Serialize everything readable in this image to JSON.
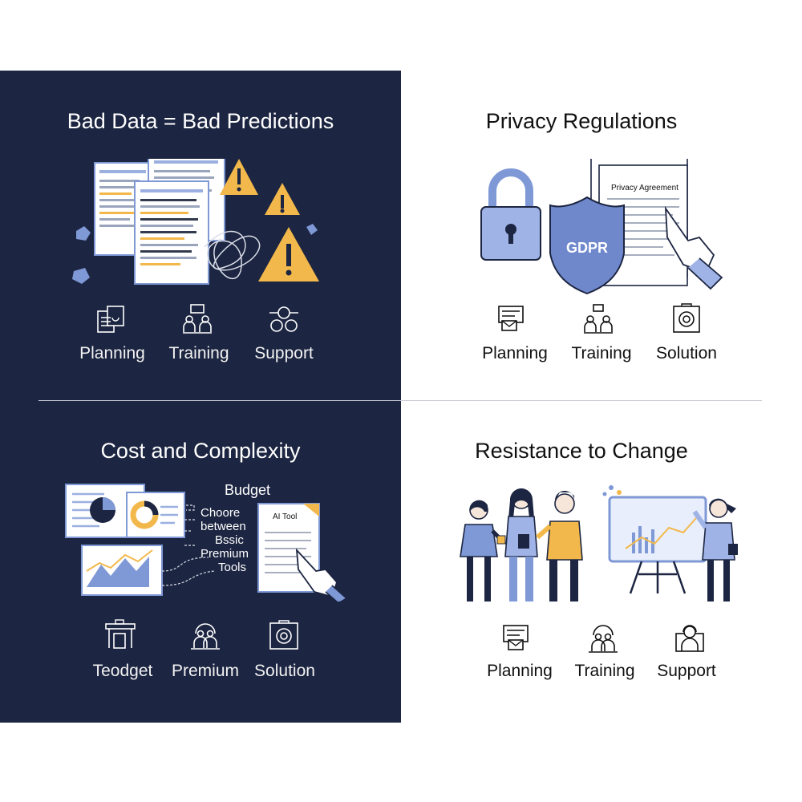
{
  "panels": [
    {
      "title": "Bad Data = Bad Predictions",
      "theme": "dark",
      "icons": [
        {
          "label": "Planning",
          "icon": "planning-icon"
        },
        {
          "label": "Training",
          "icon": "training-icon"
        },
        {
          "label": "Support",
          "icon": "support-icon"
        }
      ]
    },
    {
      "title": "Privacy Regulations",
      "theme": "light",
      "doc_title": "Privacy Agreement",
      "shield_text": "GDPR",
      "icons": [
        {
          "label": "Planning",
          "icon": "planning-icon"
        },
        {
          "label": "Training",
          "icon": "training-icon"
        },
        {
          "label": "Solution",
          "icon": "solution-icon"
        }
      ]
    },
    {
      "title": "Cost and Complexity",
      "theme": "dark",
      "side_text": {
        "budget": "Budget",
        "line1": "Choore",
        "line2": "between",
        "line3": "Bssic",
        "line4": "Premium",
        "line5": "Tools"
      },
      "doc_title": "AI Tool",
      "icons": [
        {
          "label": "Teodget",
          "icon": "budget-icon"
        },
        {
          "label": "Premium",
          "icon": "premium-icon"
        },
        {
          "label": "Solution",
          "icon": "solution-icon"
        }
      ]
    },
    {
      "title": "Resistance to Change",
      "theme": "light",
      "icons": [
        {
          "label": "Planning",
          "icon": "planning-icon"
        },
        {
          "label": "Training",
          "icon": "training-icon"
        },
        {
          "label": "Support",
          "icon": "support-icon"
        }
      ]
    }
  ],
  "colors": {
    "dark_bg": "#1c2541",
    "accent_blue": "#7f98d6",
    "warning_yellow": "#f2b84b",
    "light_bg": "#ffffff"
  }
}
